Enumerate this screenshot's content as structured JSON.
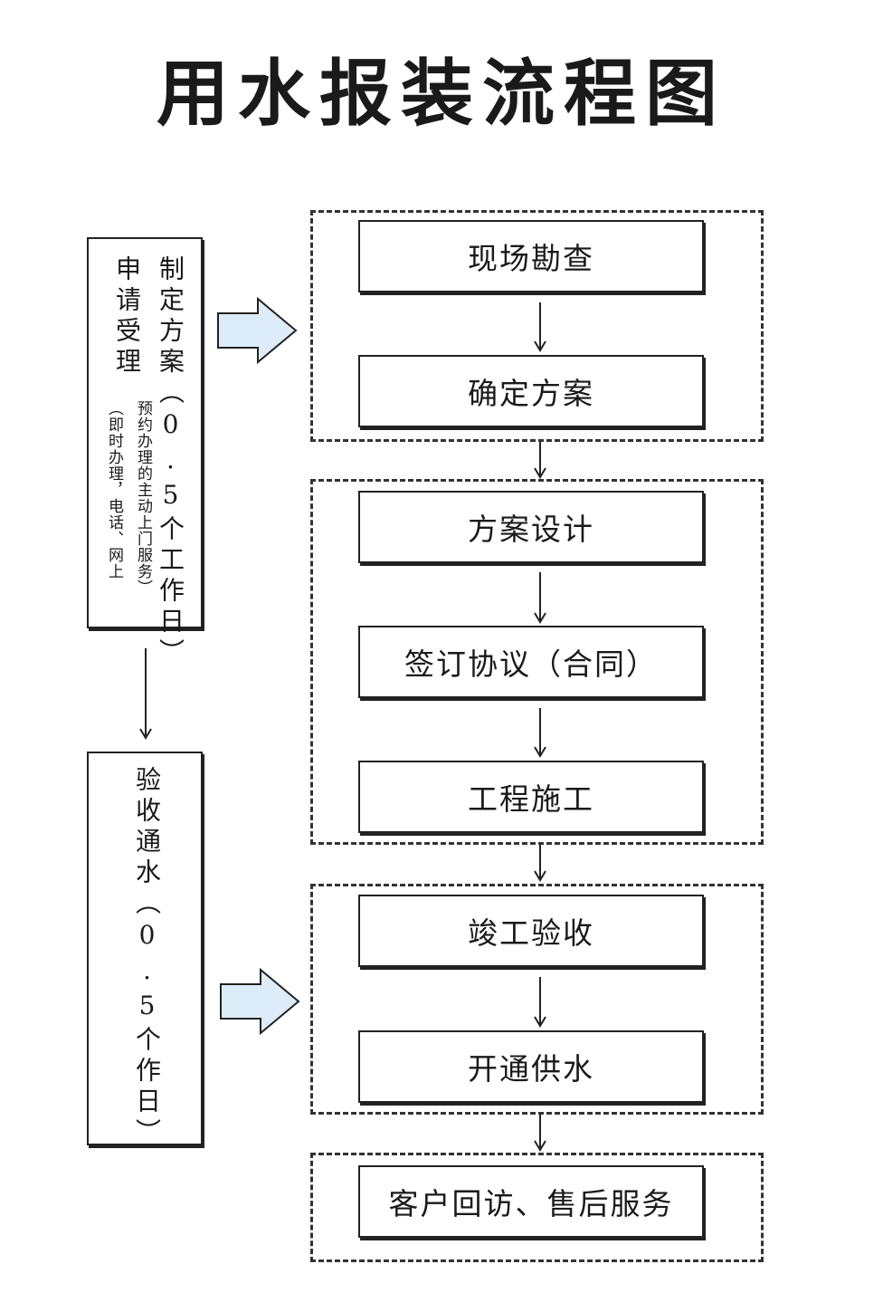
{
  "title": "用水报装流程图",
  "left": {
    "stage1": {
      "col_a": "制定方案（0.5个工作日）",
      "col_b": "申请受理",
      "col_c": "预约办理的主动上门服务）",
      "col_d": "（即时办理，电话、网上"
    },
    "stage2": {
      "col_a": "验收通水（0.5个作日）"
    }
  },
  "steps": [
    "现场勘查",
    "确定方案",
    "方案设计",
    "签订协议（合同）",
    "工程施工",
    "竣工验收",
    "开通供水",
    "客户回访、售后服务"
  ],
  "colors": {
    "block_arrow_fill": "#dcecf9",
    "line": "#222222"
  }
}
